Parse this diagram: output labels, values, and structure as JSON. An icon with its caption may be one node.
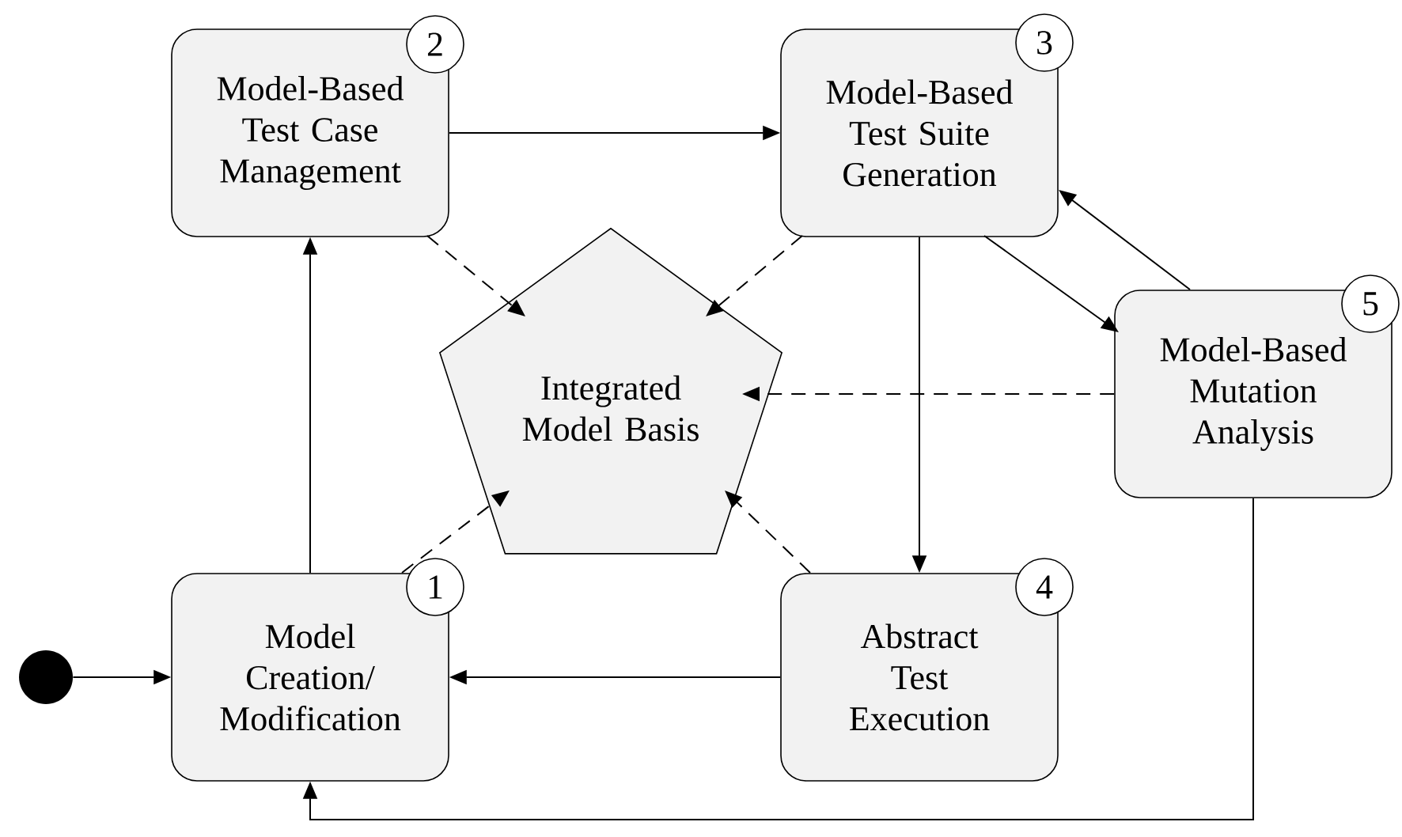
{
  "diagram": {
    "nodes": [
      {
        "text": [],
        "shape": "circle"
      },
      {
        "text": [
          "Model Creation/ Modification"
        ]
      },
      {
        "text": [
          "Model-Based Test Case Management"
        ]
      },
      {
        "text": [
          "Model-Based Test Suite Generation"
        ]
      },
      {
        "text": [
          "Integrated Model Basis"
        ]
      },
      {
        "text": [
          "Abstract Test Execution"
        ]
      },
      {
        "text": [
          "Model-Based Mutation Analysis"
        ]
      },
      {
        "text": [
          "1"
        ]
      },
      {
        "text": [
          "2"
        ]
      },
      {
        "text": [
          "3"
        ]
      },
      {
        "text": [
          "4"
        ]
      },
      {
        "text": [
          "5"
        ]
      }
    ],
    "edges": [
      {
        "from": 0,
        "to": 1,
        "arrow": "to"
      },
      {
        "from": 1,
        "to": 2,
        "arrow": "to"
      },
      {
        "from": 2,
        "to": 3,
        "arrow": "to"
      },
      {
        "from": 3,
        "to": 5,
        "arrow": "to"
      },
      {
        "from": 5,
        "to": 1,
        "arrow": "to"
      },
      {
        "from": 3,
        "to": 6,
        "arrow": "to"
      },
      {
        "from": 6,
        "to": 3,
        "arrow": "to"
      },
      {
        "from": 6,
        "to": 1,
        "arrow": "to"
      },
      {
        "from": 2,
        "to": 4,
        "arrow": "to",
        "style": "dashed"
      },
      {
        "from": 3,
        "to": 4,
        "arrow": "to",
        "style": "dashed"
      },
      {
        "from": 6,
        "to": 4,
        "arrow": "to",
        "style": "dashed"
      },
      {
        "from": 1,
        "to": 4,
        "arrow": "to",
        "style": "dashed"
      },
      {
        "from": 5,
        "to": 4,
        "arrow": "to",
        "style": "dashed"
      }
    ]
  }
}
